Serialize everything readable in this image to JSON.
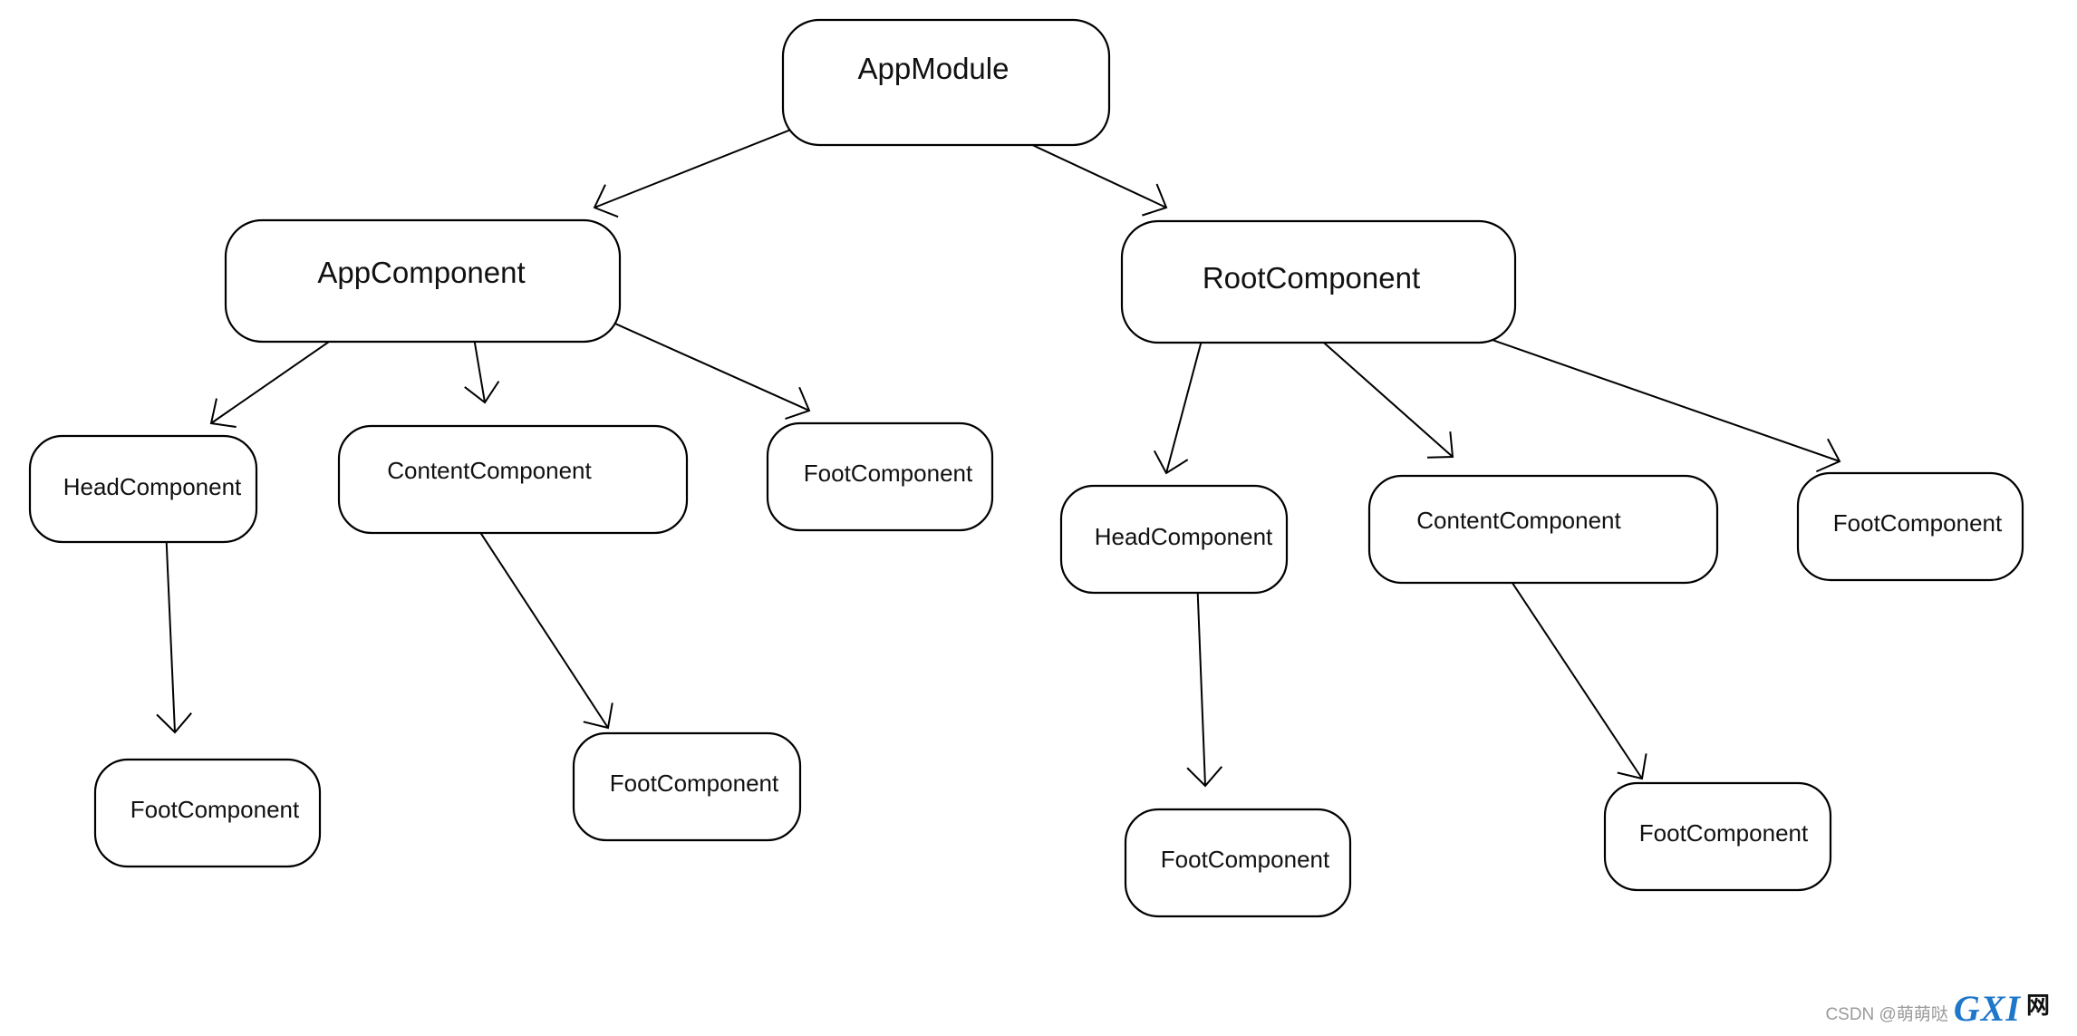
{
  "diagram": {
    "nodes": [
      {
        "id": "app-module",
        "label": "AppModule"
      },
      {
        "id": "app-component",
        "label": "AppComponent"
      },
      {
        "id": "root-component",
        "label": "RootComponent"
      },
      {
        "id": "app-head",
        "label": "HeadComponent"
      },
      {
        "id": "app-content",
        "label": "ContentComponent"
      },
      {
        "id": "app-foot",
        "label": "FootComponent"
      },
      {
        "id": "app-head-foot",
        "label": "FootComponent"
      },
      {
        "id": "app-content-foot",
        "label": "FootComponent"
      },
      {
        "id": "root-head",
        "label": "HeadComponent"
      },
      {
        "id": "root-content",
        "label": "ContentComponent"
      },
      {
        "id": "root-foot",
        "label": "FootComponent"
      },
      {
        "id": "root-head-foot",
        "label": "FootComponent"
      },
      {
        "id": "root-content-foot",
        "label": "FootComponent"
      }
    ],
    "edges": [
      {
        "from": "app-module",
        "to": "app-component"
      },
      {
        "from": "app-module",
        "to": "root-component"
      },
      {
        "from": "app-component",
        "to": "app-head"
      },
      {
        "from": "app-component",
        "to": "app-content"
      },
      {
        "from": "app-component",
        "to": "app-foot"
      },
      {
        "from": "app-head",
        "to": "app-head-foot"
      },
      {
        "from": "app-content",
        "to": "app-content-foot"
      },
      {
        "from": "root-component",
        "to": "root-head"
      },
      {
        "from": "root-component",
        "to": "root-content"
      },
      {
        "from": "root-component",
        "to": "root-foot"
      },
      {
        "from": "root-head",
        "to": "root-head-foot"
      },
      {
        "from": "root-content",
        "to": "root-content-foot"
      }
    ]
  },
  "watermark": {
    "text": "CSDN @萌萌哒",
    "logo": "GXI",
    "logo_cn": "网"
  }
}
